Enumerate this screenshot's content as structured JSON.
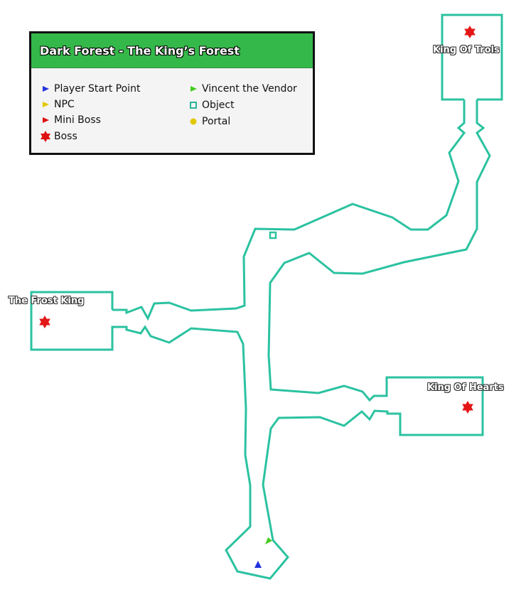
{
  "legend": {
    "title": "Dark Forest - The King’s Forest",
    "header_color": "#35b84a",
    "items": [
      {
        "label": "Player Start Point",
        "icon": "triangle-right-blue-icon",
        "color": "#2233dd"
      },
      {
        "label": "NPC",
        "icon": "triangle-right-yellow-icon",
        "color": "#e0c800"
      },
      {
        "label": "Mini Boss",
        "icon": "triangle-right-red-icon",
        "color": "#dd1111"
      },
      {
        "label": "Boss",
        "icon": "star-red-icon",
        "color": "#dd1111"
      },
      {
        "label": "Vincent the Vendor",
        "icon": "triangle-right-green-icon",
        "color": "#44cc22"
      },
      {
        "label": "Object",
        "icon": "square-outline-teal-icon",
        "color": "#2bb597"
      },
      {
        "label": "Portal",
        "icon": "circle-yellow-icon",
        "color": "#e0c800"
      }
    ]
  },
  "map": {
    "path_color": "#2bc2a0",
    "boss_labels": {
      "king_of_trols": "King Of Trols",
      "frost_king": "The Frost King",
      "king_of_hearts": "King Of Hearts"
    }
  }
}
